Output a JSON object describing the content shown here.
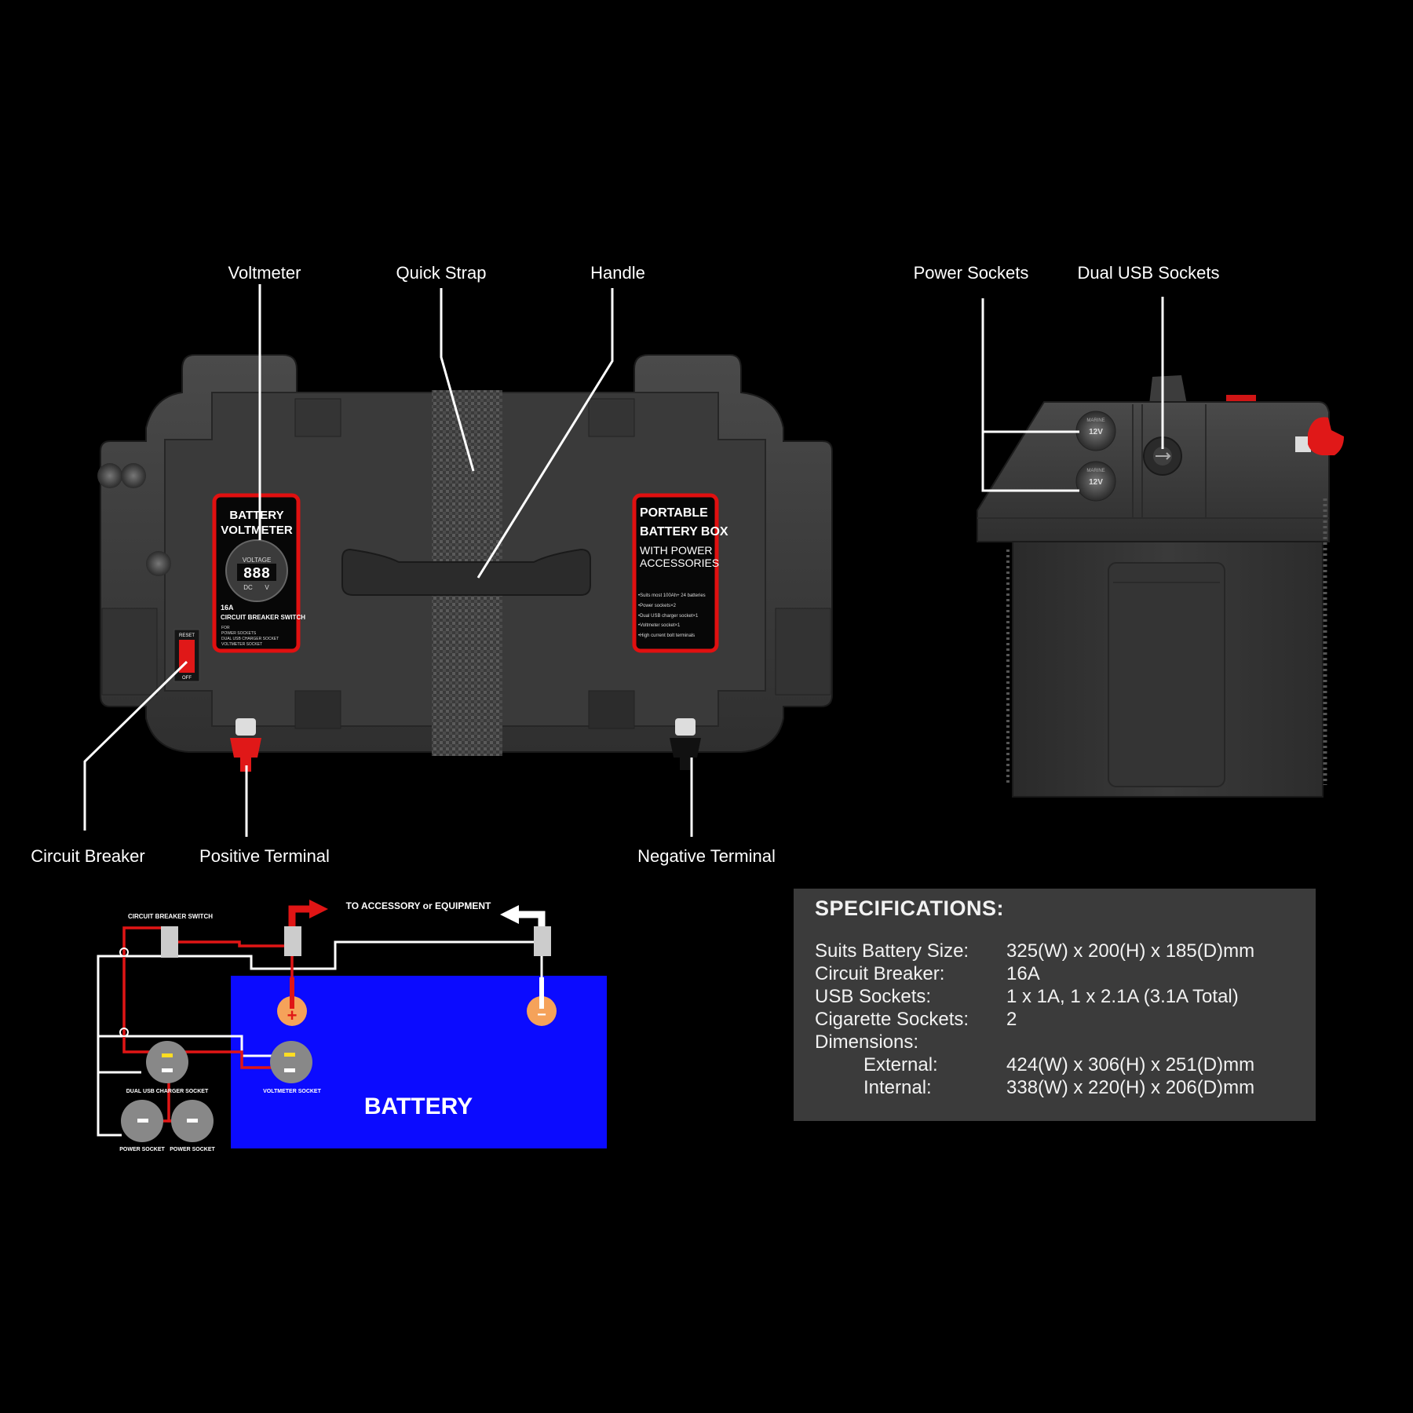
{
  "callouts": {
    "voltmeter": "Voltmeter",
    "quick_strap": "Quick Strap",
    "handle": "Handle",
    "power_sockets": "Power Sockets",
    "dual_usb": "Dual USB Sockets",
    "circuit_breaker": "Circuit Breaker",
    "positive_terminal": "Positive Terminal",
    "negative_terminal": "Negative Terminal"
  },
  "front_panel": {
    "voltmeter_title_1": "BATTERY",
    "voltmeter_title_2": "VOLTMETER",
    "voltage_word": "VOLTAGE",
    "display": "888",
    "dc": "DC",
    "v": "V",
    "breaker_amps": "16A",
    "breaker_switch": "CIRCUIT BREAKER SWITCH",
    "breaker_for": "FOR",
    "breaker_line1": "POWER SOCKETS",
    "breaker_line2": "DUAL USB CHARGER SOCKET",
    "breaker_line3": "VOLTMETER SOCKET",
    "reset": "RESET",
    "off": "OFF",
    "pbb_1": "PORTABLE",
    "pbb_2": "BATTERY BOX",
    "pbb_3": "WITH POWER",
    "pbb_4": "ACCESSORIES",
    "bullet_1": "•Suits most 100Ah+ 24 batteries",
    "bullet_2": "•Power sockets×2",
    "bullet_3": "•Dual USB charger socket×1",
    "bullet_4": "•Voltmeter socket×1",
    "bullet_5": "•High current bolt terminals"
  },
  "side_panel": {
    "socket_label": "12V",
    "marine": "MARINE"
  },
  "wiring": {
    "breaker_switch": "CIRCUIT BREAKER SWITCH",
    "to_accessory": "TO ACCESSORY or EQUIPMENT",
    "battery": "BATTERY",
    "plus": "+",
    "minus": "−",
    "voltmeter_socket": "VOLTMETER SOCKET",
    "dual_usb_socket": "DUAL USB CHARGER SOCKET",
    "power_socket_1": "POWER SOCKET",
    "power_socket_2": "POWER SOCKET",
    "battery_color": "#0b0bff"
  },
  "specifications": {
    "title": "SPECIFICATIONS:",
    "rows": [
      {
        "key": "Suits Battery Size:",
        "value": "325(W) x 200(H) x 185(D)mm"
      },
      {
        "key": "Circuit Breaker:",
        "value": "16A"
      },
      {
        "key": "USB Sockets:",
        "value": "1 x 1A, 1 x 2.1A (3.1A Total)"
      },
      {
        "key": "Cigarette Sockets:",
        "value": "2"
      },
      {
        "key": "Dimensions:",
        "value": ""
      },
      {
        "key": "External:",
        "value": "424(W) x 306(H) x 251(D)mm"
      },
      {
        "key": "Internal:",
        "value": "338(W) x 220(H) x 206(D)mm"
      }
    ]
  }
}
